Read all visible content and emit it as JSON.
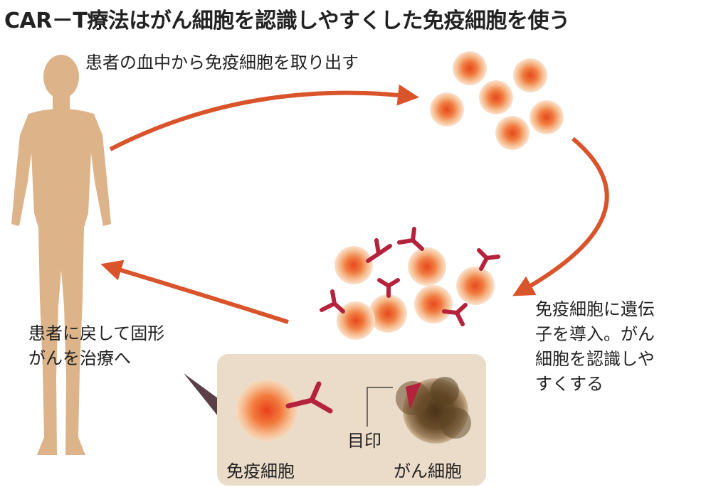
{
  "title": "CAR－T療法はがん細胞を認識しやすくした免疫細胞を使う",
  "steps": {
    "extract": "患者の血中から免疫細胞を取り出す",
    "modify_lines": [
      "免疫細胞に遺伝",
      "子を導入。がん",
      "細胞を認識しや",
      "すくする"
    ],
    "return_lines": [
      "患者に戻して固形",
      "がんを治療へ"
    ]
  },
  "legend": {
    "immune_cell": "免疫細胞",
    "marker": "目印",
    "cancer_cell": "がん細胞"
  },
  "colors": {
    "arrow": "#d9542a",
    "body": "#ddb389",
    "receptor": "#b5223b",
    "panel": "#ebdcc9",
    "cancer": "#5e4424"
  }
}
